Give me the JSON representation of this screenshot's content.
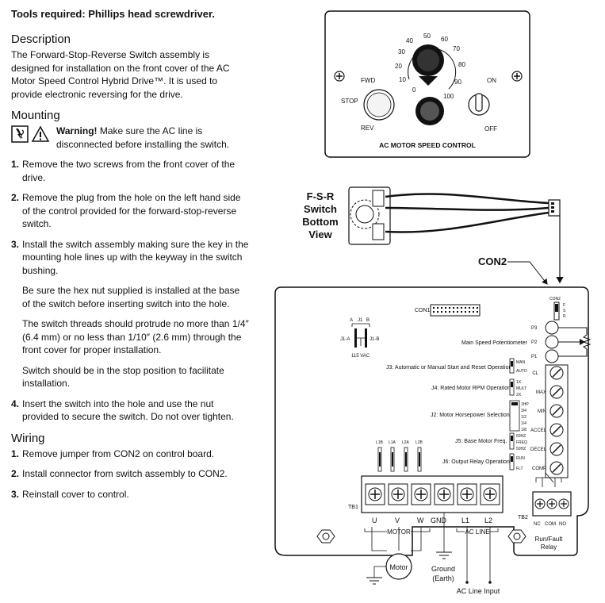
{
  "tools_required": "Tools required: Phillips head screwdriver.",
  "description": {
    "heading": "Description",
    "body": "The Forward-Stop-Reverse Switch assembly is designed for installation on the front cover of the AC Motor Speed Control Hybrid Drive™. It is used to provide electronic reversing for the drive."
  },
  "mounting": {
    "heading": "Mounting",
    "warning_label": "Warning!",
    "warning_text": " Make sure the AC line is disconnected before installing the switch.",
    "steps": [
      {
        "num": "1.",
        "text": "Remove the two screws from the front cover of the drive."
      },
      {
        "num": "2.",
        "text": "Remove the plug from the hole on the left hand side of the control provided for the forward-stop-reverse switch."
      },
      {
        "num": "3.",
        "text": "Install the switch assembly making sure the key in the mounting hole lines up with the keyway in the switch bushing."
      }
    ],
    "step3_notes": [
      "Be sure the hex nut supplied is installed at the base of the switch before inserting switch into the hole.",
      "The switch threads should protrude no more than 1/4″ (6.4 mm) or no less than 1/10″ (2.6 mm) through the front cover for proper installation.",
      "Switch should be in the stop position to facilitate installation."
    ],
    "step4": {
      "num": "4.",
      "text": "Insert the switch into the hole and use the nut provided to secure the switch. Do not over tighten."
    }
  },
  "wiring": {
    "heading": "Wiring",
    "steps": [
      {
        "num": "1.",
        "text": "Remove jumper from CON2 on control board."
      },
      {
        "num": "2.",
        "text": "Install connector from switch assembly to CON2."
      },
      {
        "num": "3.",
        "text": "Reinstall cover to control."
      }
    ]
  },
  "diagram": {
    "front_panel": {
      "title": "AC MOTOR SPEED CONTROL",
      "dial_ticks": [
        "0",
        "10",
        "20",
        "30",
        "40",
        "50",
        "60",
        "70",
        "80",
        "90",
        "100"
      ],
      "fwd": "FWD",
      "stop": "STOP",
      "rev": "REV",
      "on": "ON",
      "off": "OFF"
    },
    "fsr_label": [
      "F-S-R",
      "Switch",
      "Bottom",
      "View"
    ],
    "con2_label": "CON2",
    "board": {
      "con1": "CON1",
      "con2_small": "CON2",
      "fsr_letters": [
        "F",
        "S",
        "R"
      ],
      "j1_letters": [
        "A",
        "J1",
        "B"
      ],
      "j1a": "J1-A",
      "j1b": "J1-B",
      "vac": "115 VAC",
      "p_labels": [
        "P3",
        "P2",
        "P1"
      ],
      "main_pot": "Main Speed Potentiometer",
      "j3": "J3: Automatic or Manual Start and Reset Operation",
      "j3_opts": [
        "MAN",
        "AUTO"
      ],
      "j4": "J4: Rated Motor RPM Operation",
      "j4_opts": [
        "1X",
        "MULT",
        "2X"
      ],
      "j2": "J2: Motor Horsepower Selection",
      "j2_opts": [
        "1HP",
        "3/4",
        "1/2",
        "1/4",
        "1/8"
      ],
      "j5": "J5: Base Motor Freq.",
      "j5_opts": [
        "60HZ",
        "FREQ",
        "50HZ"
      ],
      "j6": "J6: Output Relay Operation",
      "j6_opts": [
        "RUN",
        "FLT"
      ],
      "trim_labels": [
        "CL",
        "MAX",
        "MIN",
        "ACCEL",
        "DECEL",
        "COMP"
      ],
      "jumpers": [
        "L1B",
        "L1A",
        "L2A",
        "L2B"
      ],
      "tb1": "TB1",
      "terminals": [
        "U",
        "V",
        "W",
        "GND",
        "L1",
        "L2"
      ],
      "motor_group": "MOTOR",
      "acline_group": "AC LINE",
      "tb2": "TB2",
      "tb2_terms": [
        "NC",
        "COM",
        "NO"
      ],
      "relay": [
        "Run/Fault",
        "Relay"
      ]
    },
    "motor": "Motor",
    "ground": [
      "Ground",
      "(Earth)"
    ],
    "ac_line_input": "AC Line Input"
  }
}
